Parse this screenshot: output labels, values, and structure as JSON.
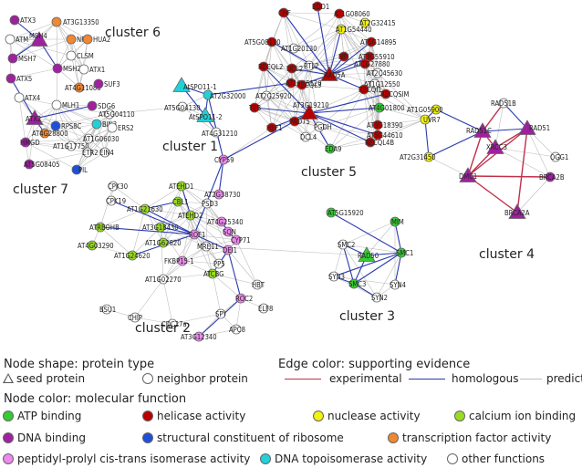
{
  "colors": {
    "atp": "#33cc33",
    "helicase": "#b80000",
    "nuclease": "#f2f20d",
    "calcium": "#99dd22",
    "dna_binding": "#a020a0",
    "ribosome": "#1f4fd8",
    "transcription": "#ee8833",
    "isomerase": "#ee88ee",
    "topoisomerase": "#22d0d8",
    "other": "#ffffff",
    "experimental": "#c0304a",
    "homologous": "#2a3ab0",
    "predicted": "#bdbdbd"
  },
  "clusters": [
    {
      "id": "c1",
      "label": "cluster 1"
    },
    {
      "id": "c2",
      "label": "cluster 2"
    },
    {
      "id": "c3",
      "label": "cluster 3"
    },
    {
      "id": "c4",
      "label": "cluster 4"
    },
    {
      "id": "c5",
      "label": "cluster 5"
    },
    {
      "id": "c6",
      "label": "cluster 6"
    },
    {
      "id": "c7",
      "label": "cluster 7"
    }
  ],
  "nodes": [
    {
      "id": "ATX3",
      "label": "ATX3",
      "func": "dna_binding",
      "shape": "circle"
    },
    {
      "id": "AT3G13350",
      "label": "AT3G13350",
      "func": "transcription",
      "shape": "circle"
    },
    {
      "id": "ATM",
      "label": "ATM",
      "func": "other",
      "shape": "circle"
    },
    {
      "id": "MSH4",
      "label": "MSH4",
      "func": "dna_binding",
      "shape": "triangle"
    },
    {
      "id": "NFD",
      "label": "NFD",
      "func": "transcription",
      "shape": "circle"
    },
    {
      "id": "HUA2",
      "label": "HUA2",
      "func": "transcription",
      "shape": "circle"
    },
    {
      "id": "MSH7",
      "label": "MSH7",
      "func": "dna_binding",
      "shape": "circle"
    },
    {
      "id": "CLSM",
      "label": "CLSM",
      "func": "other",
      "shape": "circle"
    },
    {
      "id": "MSH2",
      "label": "MSH2",
      "func": "dna_binding",
      "shape": "circle"
    },
    {
      "id": "ATX1",
      "label": "ATX1",
      "func": "other",
      "shape": "circle"
    },
    {
      "id": "ATX5",
      "label": "ATX5",
      "func": "dna_binding",
      "shape": "circle"
    },
    {
      "id": "AT4G11080",
      "label": "AT4G11080",
      "func": "transcription",
      "shape": "circle"
    },
    {
      "id": "SUF3",
      "label": "SUF3",
      "func": "dna_binding",
      "shape": "circle"
    },
    {
      "id": "MLH1",
      "label": "MLH1",
      "func": "other",
      "shape": "circle"
    },
    {
      "id": "ATX4",
      "label": "ATX4",
      "func": "other",
      "shape": "circle"
    },
    {
      "id": "SDG6",
      "label": "SDG6",
      "func": "dna_binding",
      "shape": "circle"
    },
    {
      "id": "AT5G04110",
      "label": "AT5G04110",
      "func": "other",
      "shape": "circle"
    },
    {
      "id": "ATX2",
      "label": "ATX2",
      "func": "dna_binding",
      "shape": "triangle"
    },
    {
      "id": "RPS8C",
      "label": "RPS8C",
      "func": "ribosome",
      "shape": "circle"
    },
    {
      "id": "BIN3",
      "label": "BIN3",
      "func": "topoisomerase",
      "shape": "circle"
    },
    {
      "id": "ERS2",
      "label": "ERS2",
      "func": "other",
      "shape": "circle"
    },
    {
      "id": "AT4G28800",
      "label": "AT4G28800",
      "func": "transcription",
      "shape": "circle"
    },
    {
      "id": "AT1G06030",
      "label": "AT1G06030",
      "func": "other",
      "shape": "circle"
    },
    {
      "id": "HMGD",
      "label": "HMGD",
      "func": "dna_binding",
      "shape": "circle"
    },
    {
      "id": "AT1G17750",
      "label": "AT1G17750",
      "func": "other",
      "shape": "circle"
    },
    {
      "id": "ETR2",
      "label": "ETR2",
      "func": "other",
      "shape": "circle"
    },
    {
      "id": "EIN4",
      "label": "EIN4",
      "func": "other",
      "shape": "circle"
    },
    {
      "id": "AT5G08405",
      "label": "AT5G08405",
      "func": "dna_binding",
      "shape": "circle"
    },
    {
      "id": "PIL",
      "label": "PIL",
      "func": "ribosome",
      "shape": "circle"
    },
    {
      "id": "AtSPO11_1",
      "label": "AtSPO11-1",
      "func": "topoisomerase",
      "shape": "triangle"
    },
    {
      "id": "AT2G32000",
      "label": "AT2G32000",
      "func": "topoisomerase",
      "shape": "circle"
    },
    {
      "id": "AT5G04130",
      "label": "AT5G04130",
      "func": "other",
      "shape": "circle"
    },
    {
      "id": "AtSPO11_2",
      "label": "AtSPO11-2",
      "func": "topoisomerase",
      "shape": "triangle"
    },
    {
      "id": "AT4G31210",
      "label": "AT4G31210",
      "func": "other",
      "shape": "circle"
    },
    {
      "id": "EDD1",
      "label": "EDD1",
      "func": "helicase",
      "shape": "circle"
    },
    {
      "id": "CHF",
      "label": "CHF",
      "func": "helicase",
      "shape": "circle"
    },
    {
      "id": "AT1G08060",
      "label": "AT1G08060",
      "func": "helicase",
      "shape": "circle"
    },
    {
      "id": "AT2G32415",
      "label": "AT2G32415",
      "func": "nuclease",
      "shape": "circle"
    },
    {
      "id": "AT1G54440",
      "label": "AT1G54440",
      "func": "nuclease",
      "shape": "circle"
    },
    {
      "id": "AT5G08110",
      "label": "AT5G08110",
      "func": "helicase",
      "shape": "circle"
    },
    {
      "id": "AT1G20130",
      "label": "AT1G20130",
      "func": "other",
      "shape": "circle"
    },
    {
      "id": "AT5G14895",
      "label": "AT5G14895",
      "func": "helicase",
      "shape": "circle"
    },
    {
      "id": "RTL2",
      "label": "RTL2",
      "func": "other",
      "shape": "circle"
    },
    {
      "id": "AT3G55910",
      "label": "AT3G55910",
      "func": "helicase",
      "shape": "circle"
    },
    {
      "id": "RECQL2",
      "label": "RECQL2",
      "func": "helicase",
      "shape": "circle"
    },
    {
      "id": "DCL2",
      "label": "DCL2",
      "func": "helicase",
      "shape": "circle"
    },
    {
      "id": "NFI",
      "label": "NFI",
      "func": "helicase",
      "shape": "circle"
    },
    {
      "id": "AT1G27880",
      "label": "AT1G27880",
      "func": "helicase",
      "shape": "circle"
    },
    {
      "id": "AT2C45630",
      "label": "AT2C45630",
      "func": "other",
      "shape": "circle"
    },
    {
      "id": "AT1G05120",
      "label": "AT1G05120",
      "func": "helicase",
      "shape": "circle"
    },
    {
      "id": "AT2G25920",
      "label": "AT2G25920",
      "func": "other",
      "shape": "circle"
    },
    {
      "id": "RECQL3",
      "label": "RECQL3",
      "func": "helicase",
      "shape": "circle"
    },
    {
      "id": "RAD5A",
      "label": "RAD5A",
      "func": "helicase",
      "shape": "triangle"
    },
    {
      "id": "AT1G12550",
      "label": "AT1G12550",
      "func": "other",
      "shape": "circle"
    },
    {
      "id": "RECQI1",
      "label": "RECQI1",
      "func": "helicase",
      "shape": "circle"
    },
    {
      "id": "RECQSIM",
      "label": "RECQSIM",
      "func": "helicase",
      "shape": "circle"
    },
    {
      "id": "TEB",
      "label": "TEB",
      "func": "helicase",
      "shape": "circle"
    },
    {
      "id": "AT3G19210",
      "label": "AT3G19210",
      "func": "helicase",
      "shape": "triangle"
    },
    {
      "id": "HEF1",
      "label": "HEF1",
      "func": "helicase",
      "shape": "circle"
    },
    {
      "id": "PRD75",
      "label": "PRD75",
      "func": "helicase",
      "shape": "circle"
    },
    {
      "id": "AT4G01800",
      "label": "AT4G01800",
      "func": "atp",
      "shape": "circle"
    },
    {
      "id": "AT3G18390",
      "label": "AT3G18390",
      "func": "helicase",
      "shape": "circle"
    },
    {
      "id": "PGDH",
      "label": "PGDH",
      "func": "other",
      "shape": "circle"
    },
    {
      "id": "AT5G44610",
      "label": "AT5G44610",
      "func": "helicase",
      "shape": "circle"
    },
    {
      "id": "DCL4",
      "label": "DCL4",
      "func": "other",
      "shape": "circle"
    },
    {
      "id": "RECQL4B",
      "label": "RECQL4B",
      "func": "helicase",
      "shape": "circle"
    },
    {
      "id": "EDA9",
      "label": "EDA9",
      "func": "atp",
      "shape": "circle"
    },
    {
      "id": "UVR7",
      "label": "UVR7",
      "func": "nuclease",
      "shape": "circle"
    },
    {
      "id": "AT1G05900",
      "label": "AT1G05900",
      "func": "nuclease",
      "shape": "circle"
    },
    {
      "id": "AT2G31450",
      "label": "AT2G31450",
      "func": "nuclease",
      "shape": "circle"
    },
    {
      "id": "RAD51B",
      "label": "RAD51B",
      "func": "other",
      "shape": "circle"
    },
    {
      "id": "RAD51C",
      "label": "RAD51C",
      "func": "dna_binding",
      "shape": "triangle"
    },
    {
      "id": "RAD51",
      "label": "RAD51",
      "func": "dna_binding",
      "shape": "triangle"
    },
    {
      "id": "XRCC3",
      "label": "XRCC3",
      "func": "dna_binding",
      "shape": "triangle"
    },
    {
      "id": "OGG1",
      "label": "OGG1",
      "func": "other",
      "shape": "circle"
    },
    {
      "id": "DMC1",
      "label": "DMC1",
      "func": "dna_binding",
      "shape": "triangle"
    },
    {
      "id": "BRCA2B",
      "label": "BRCA2B",
      "func": "dna_binding",
      "shape": "circle"
    },
    {
      "id": "BRCA2A",
      "label": "BRCA2A",
      "func": "dna_binding",
      "shape": "triangle"
    },
    {
      "id": "AT5G15920",
      "label": "AT5G15920",
      "func": "atp",
      "shape": "circle"
    },
    {
      "id": "MIM",
      "label": "MIM",
      "func": "atp",
      "shape": "circle"
    },
    {
      "id": "SMC2",
      "label": "SMC2",
      "func": "other",
      "shape": "circle"
    },
    {
      "id": "RAD50",
      "label": "RAD50",
      "func": "atp",
      "shape": "triangle"
    },
    {
      "id": "SMC1",
      "label": "SMC1",
      "func": "atp",
      "shape": "circle"
    },
    {
      "id": "SYN3",
      "label": "SYN3",
      "func": "other",
      "shape": "circle"
    },
    {
      "id": "SMC3",
      "label": "SMC3",
      "func": "atp",
      "shape": "circle"
    },
    {
      "id": "SYN4",
      "label": "SYN4",
      "func": "other",
      "shape": "circle"
    },
    {
      "id": "SYN2",
      "label": "SYN2",
      "func": "other",
      "shape": "circle"
    },
    {
      "id": "CYP59",
      "label": "CYP59",
      "func": "isomerase",
      "shape": "circle"
    },
    {
      "id": "CPK30",
      "label": "CPK30",
      "func": "other",
      "shape": "circle"
    },
    {
      "id": "ATEHD1",
      "label": "ATEHD1",
      "func": "calcium",
      "shape": "circle"
    },
    {
      "id": "AT2G38730",
      "label": "AT2G38730",
      "func": "isomerase",
      "shape": "circle"
    },
    {
      "id": "CBL1",
      "label": "CBL1",
      "func": "calcium",
      "shape": "circle"
    },
    {
      "id": "PSD3",
      "label": "PSD3",
      "func": "other",
      "shape": "circle"
    },
    {
      "id": "CPK19",
      "label": "CPK19",
      "func": "other",
      "shape": "circle"
    },
    {
      "id": "AT1G21630",
      "label": "AT1G21630",
      "func": "calcium",
      "shape": "circle"
    },
    {
      "id": "ATEHD2",
      "label": "ATEHD2",
      "func": "calcium",
      "shape": "circle"
    },
    {
      "id": "AT4G25340",
      "label": "AT4G25340",
      "func": "isomerase",
      "shape": "circle"
    },
    {
      "id": "ATRBOHB",
      "label": "ATRBOHB",
      "func": "calcium",
      "shape": "circle"
    },
    {
      "id": "AT3G18430",
      "label": "AT3G18430",
      "func": "calcium",
      "shape": "circle"
    },
    {
      "id": "SQN",
      "label": "SQN",
      "func": "isomerase",
      "shape": "circle"
    },
    {
      "id": "ROF1",
      "label": "ROF1",
      "func": "isomerase",
      "shape": "circle"
    },
    {
      "id": "AT4G03290",
      "label": "AT4G03290",
      "func": "calcium",
      "shape": "circle"
    },
    {
      "id": "AT1G62820",
      "label": "AT1G62820",
      "func": "calcium",
      "shape": "circle"
    },
    {
      "id": "MRE11",
      "label": "MRE11",
      "func": "other",
      "shape": "circle"
    },
    {
      "id": "CYP71",
      "label": "CYP71",
      "func": "isomerase",
      "shape": "circle"
    },
    {
      "id": "AT1G24620",
      "label": "AT1G24620",
      "func": "calcium",
      "shape": "circle"
    },
    {
      "id": "DEI1",
      "label": "DEI1",
      "func": "isomerase",
      "shape": "circle"
    },
    {
      "id": "FKBP15_1",
      "label": "FKBP15-1",
      "func": "isomerase",
      "shape": "circle"
    },
    {
      "id": "PP5",
      "label": "PP5",
      "func": "other",
      "shape": "circle"
    },
    {
      "id": "AT1G02270",
      "label": "AT1G02270",
      "func": "other",
      "shape": "circle"
    },
    {
      "id": "ATCBG",
      "label": "ATCBG",
      "func": "calcium",
      "shape": "circle"
    },
    {
      "id": "HBT",
      "label": "HBT",
      "func": "other",
      "shape": "circle"
    },
    {
      "id": "BSU1",
      "label": "BSU1",
      "func": "other",
      "shape": "circle"
    },
    {
      "id": "ROC2",
      "label": "ROC2",
      "func": "isomerase",
      "shape": "circle"
    },
    {
      "id": "ELF8",
      "label": "ELF8",
      "func": "other",
      "shape": "circle"
    },
    {
      "id": "CHIP",
      "label": "CHIP",
      "func": "other",
      "shape": "circle"
    },
    {
      "id": "SPY",
      "label": "SPY",
      "func": "other",
      "shape": "circle"
    },
    {
      "id": "CDC27a",
      "label": "CDC27a",
      "func": "other",
      "shape": "circle"
    },
    {
      "id": "APC8",
      "label": "APC8",
      "func": "other",
      "shape": "circle"
    },
    {
      "id": "AT3G12340",
      "label": "AT3G12340",
      "func": "isomerase",
      "shape": "circle"
    }
  ],
  "edges": {
    "experimental": [
      [
        "RAD51C",
        "XRCC3"
      ],
      [
        "RAD51C",
        "DMC1"
      ],
      [
        "RAD51",
        "DMC1"
      ],
      [
        "XRCC3",
        "DMC1"
      ],
      [
        "DMC1",
        "BRCA2A"
      ],
      [
        "BRCA2A",
        "RAD51"
      ],
      [
        "DMC1",
        "BRCA2B"
      ],
      [
        "RAD51B",
        "RAD51C"
      ],
      [
        "RAD51",
        "XRCC3"
      ]
    ],
    "homologous": [
      [
        "MSH4",
        "MSH2"
      ],
      [
        "MSH4",
        "MSH7"
      ],
      [
        "MSH4",
        "ATX3"
      ],
      [
        "ATX2",
        "ATX5"
      ],
      [
        "ATX2",
        "AT4G28800"
      ],
      [
        "ATX2",
        "SDG6"
      ],
      [
        "AtSPO11_1",
        "AT2G32000"
      ],
      [
        "AtSPO11_2",
        "AT2G32000"
      ],
      [
        "AtSPO11_2",
        "AT4G31210"
      ],
      [
        "AtSPO11_1",
        "AtSPO11_2"
      ],
      [
        "AT2G32000",
        "AT1G05120"
      ],
      [
        "RAD5A",
        "NFI"
      ],
      [
        "RAD5A",
        "AT1G27880"
      ],
      [
        "RAD5A",
        "DCL2"
      ],
      [
        "RAD5A",
        "CHF"
      ],
      [
        "RAD5A",
        "AT5G14895"
      ],
      [
        "RAD5A",
        "AT1G54440"
      ],
      [
        "RAD5A",
        "RECQI1"
      ],
      [
        "RAD5A",
        "RECQL3"
      ],
      [
        "AT3G19210",
        "RECQSIM"
      ],
      [
        "AT3G19210",
        "AT4G01800"
      ],
      [
        "AT3G19210",
        "EDA9"
      ],
      [
        "AT3G19210",
        "PRD75"
      ],
      [
        "AT3G19210",
        "TEB"
      ],
      [
        "AT3G19210",
        "HEF1"
      ],
      [
        "AT3G19210",
        "AT5G44610"
      ],
      [
        "AT3G19210",
        "RECQL2"
      ],
      [
        "AT3G19210",
        "RECQL4B"
      ],
      [
        "RAD5A",
        "AT3G55910"
      ],
      [
        "RAD5A",
        "EDD1"
      ],
      [
        "RAD5A",
        "AT5G08110"
      ],
      [
        "UVR7",
        "AT1G05900"
      ],
      [
        "UVR7",
        "AT2G31450"
      ],
      [
        "AT1G05900",
        "RAD51C"
      ],
      [
        "AT2G31450",
        "RAD51C"
      ],
      [
        "RAD51",
        "RAD51B"
      ],
      [
        "RAD51C",
        "RAD51"
      ],
      [
        "RAD50",
        "SMC1"
      ],
      [
        "RAD50",
        "SMC3"
      ],
      [
        "RAD50",
        "SMC2"
      ],
      [
        "SMC1",
        "SMC3"
      ],
      [
        "SMC1",
        "AT5G15920"
      ],
      [
        "SMC1",
        "MIM"
      ],
      [
        "SMC3",
        "SYN2"
      ],
      [
        "SMC3",
        "SYN3"
      ],
      [
        "SMC1",
        "SYN4"
      ],
      [
        "SMC1",
        "SYN3"
      ],
      [
        "SMC2",
        "SMC3"
      ],
      [
        "CYP59",
        "ROF1"
      ],
      [
        "CYP59",
        "AT2G38730"
      ],
      [
        "ROF1",
        "DEI1"
      ],
      [
        "ROF1",
        "AT1G21630"
      ],
      [
        "ROF1",
        "CPK19"
      ],
      [
        "ROF1",
        "ATRBOHB"
      ],
      [
        "DEI1",
        "ROC2"
      ],
      [
        "DEI1",
        "ATCBG"
      ],
      [
        "AT1G24620",
        "ROF1"
      ],
      [
        "ATEHD1",
        "ATEHD2"
      ],
      [
        "CBL1",
        "AT1G21630"
      ],
      [
        "AT3G18430",
        "ROF1"
      ],
      [
        "AT4G25340",
        "SQN"
      ],
      [
        "SQN",
        "CYP71"
      ],
      [
        "ROC2",
        "AT3G12340"
      ],
      [
        "CYP59",
        "AT2G32000"
      ],
      [
        "PRD75",
        "CYP59"
      ]
    ],
    "predicted_note": "many gray predicted edges drawn between nodes within each cluster"
  },
  "legend": {
    "shape_heading": "Node shape: protein type",
    "shape_items": [
      {
        "shape": "triangle",
        "label": "seed protein"
      },
      {
        "shape": "circle",
        "label": "neighbor protein"
      }
    ],
    "edge_heading": "Edge color: supporting evidence",
    "edge_items": [
      {
        "color": "experimental",
        "label": "experimental"
      },
      {
        "color": "homologous",
        "label": "homologous"
      },
      {
        "color": "predicted",
        "label": "predicted"
      }
    ],
    "color_heading": "Node color: molecular function",
    "color_items": [
      {
        "func": "atp",
        "label": "ATP binding"
      },
      {
        "func": "helicase",
        "label": "helicase activity"
      },
      {
        "func": "nuclease",
        "label": "nuclease activity"
      },
      {
        "func": "calcium",
        "label": "calcium ion binding"
      },
      {
        "func": "dna_binding",
        "label": "DNA binding"
      },
      {
        "func": "ribosome",
        "label": "structural constituent of ribosome"
      },
      {
        "func": "transcription",
        "label": "transcription factor activity"
      },
      {
        "func": "isomerase",
        "label": "peptidyl-prolyl cis-trans isomerase activity"
      },
      {
        "func": "topoisomerase",
        "label": "DNA topoisomerase activity"
      },
      {
        "func": "other",
        "label": "other functions"
      }
    ]
  }
}
